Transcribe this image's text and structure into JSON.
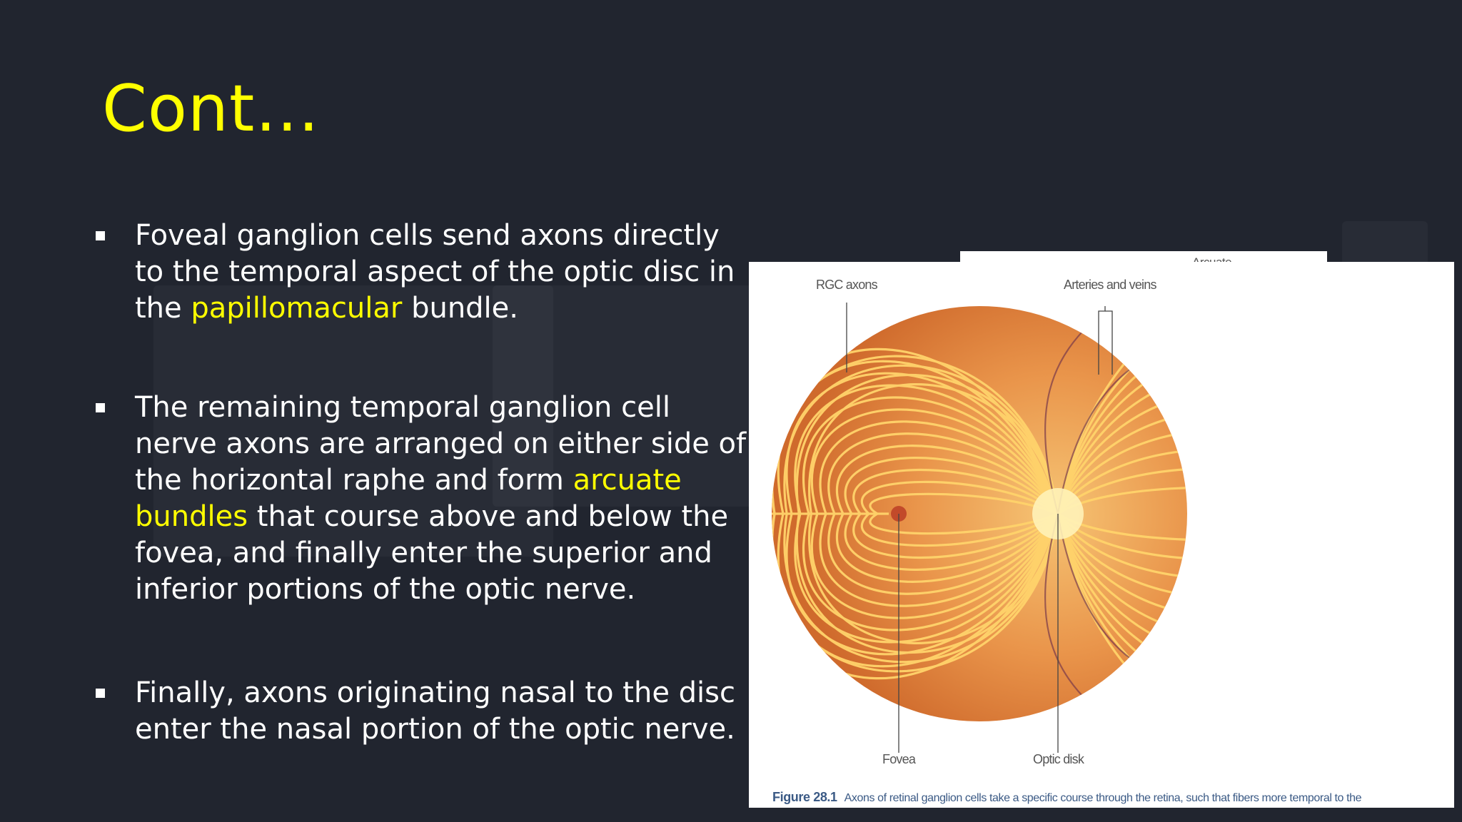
{
  "slide": {
    "title": "Cont…",
    "bullets": [
      {
        "before": "Foveal ganglion cells send axons directly to the temporal aspect of the optic disc in the ",
        "highlight": "papillomacular",
        "after": " bundle."
      },
      {
        "before": "The remaining temporal ganglion cell nerve axons are arranged on either side of the horizontal raphe and form ",
        "highlight": "arcuate bundles",
        "after": " that course above and below the fovea, and finally enter the superior and inferior portions of the optic nerve."
      },
      {
        "before": "Finally, axons originating nasal to the disc enter the nasal portion of the optic nerve.",
        "highlight": "",
        "after": ""
      }
    ],
    "colors": {
      "background": "#21252f",
      "text": "#ffffff",
      "accent": "#ffff00"
    }
  },
  "figure": {
    "tab_label": "Arcuate",
    "labels": {
      "rgc_axons": "RGC axons",
      "arteries_veins": "Arteries and veins",
      "fovea": "Fovea",
      "optic_disk": "Optic disk"
    },
    "caption": {
      "number": "Figure 28.1",
      "text": "Axons of retinal ganglion cells take a specific course through the retina, such that fibers more temporal to the"
    },
    "colors": {
      "retina_outer": "#cf6a2c",
      "retina_inner": "#f4b765",
      "fibers": "#ffd36b",
      "vessels": "#7a3a4a"
    }
  }
}
